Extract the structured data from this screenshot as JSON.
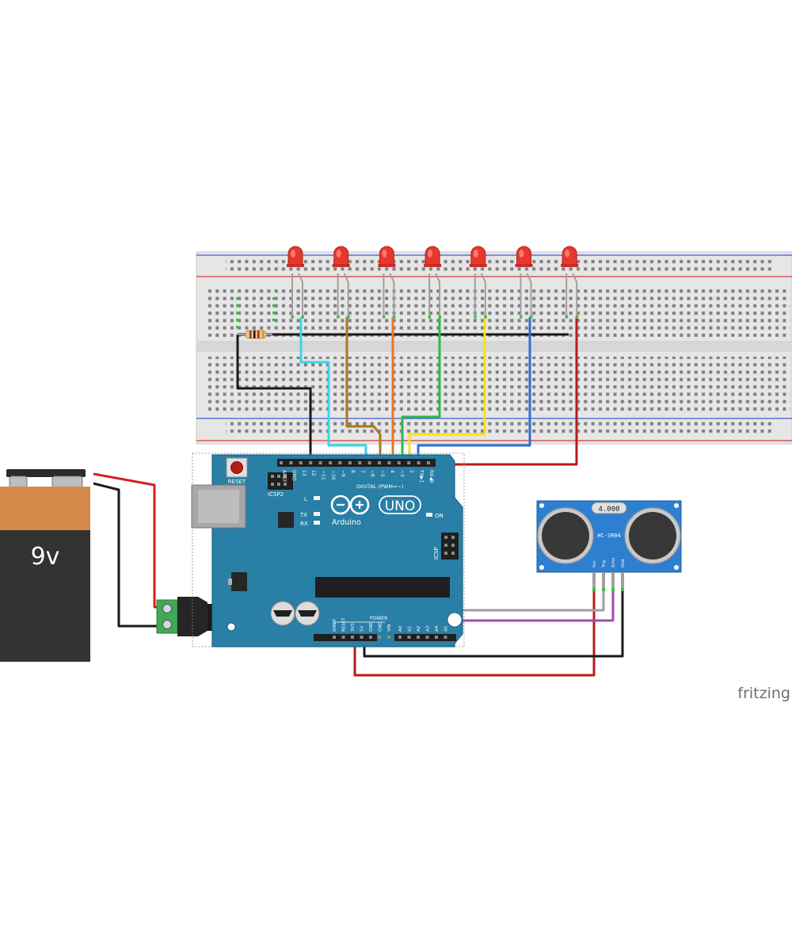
{
  "battery": {
    "label": "9v",
    "colors": {
      "top": "#d68a4a",
      "body": "#333333"
    }
  },
  "arduino": {
    "reset_label": "RESET",
    "icsp2_label": "ICSP2",
    "icsp_label": "ICSP",
    "uno_label": "UNO",
    "brand_label": "Arduino",
    "digital_label": "DIGITAL (PWM=~)",
    "pin_labels_top": [
      "AREF",
      "GND",
      "13",
      "12",
      "~11",
      "~10",
      "~9",
      "8",
      "7",
      "~6",
      "~5",
      "4",
      "~3",
      "2",
      "TX▶1",
      "RX◀0"
    ],
    "pin_labels_bottom": [
      "IOREF",
      "RESET",
      "3V3",
      "5V",
      "GND",
      "GND",
      "VIN",
      "A0",
      "A1",
      "A2",
      "A3",
      "A4",
      "A5"
    ],
    "power_label": "POWER",
    "led_labels": {
      "l": "L",
      "tx": "TX",
      "rx": "RX",
      "on": "ON"
    },
    "colors": {
      "board": "#2a7fa6",
      "board_edge": "#1e6485"
    }
  },
  "sensor": {
    "model_label": "HC-SR04",
    "crystal_label": "4.000",
    "pin_labels": [
      "Vcc",
      "Trig",
      "Echo",
      "Gnd"
    ],
    "colors": {
      "board": "#2f7fd0"
    }
  },
  "leds": {
    "count": 7,
    "color": "#e8372e"
  },
  "wires": {
    "colors": {
      "black": "#1a1a1a",
      "red": "#b71c1c",
      "cyan": "#38d6e8",
      "brown": "#a8781c",
      "orange": "#e87722",
      "green": "#2fb84a",
      "yellow": "#f2e31c",
      "blue": "#2d6fd6",
      "gray": "#9e9e9e",
      "purple": "#a24bb0"
    }
  },
  "watermark": "fritzing"
}
